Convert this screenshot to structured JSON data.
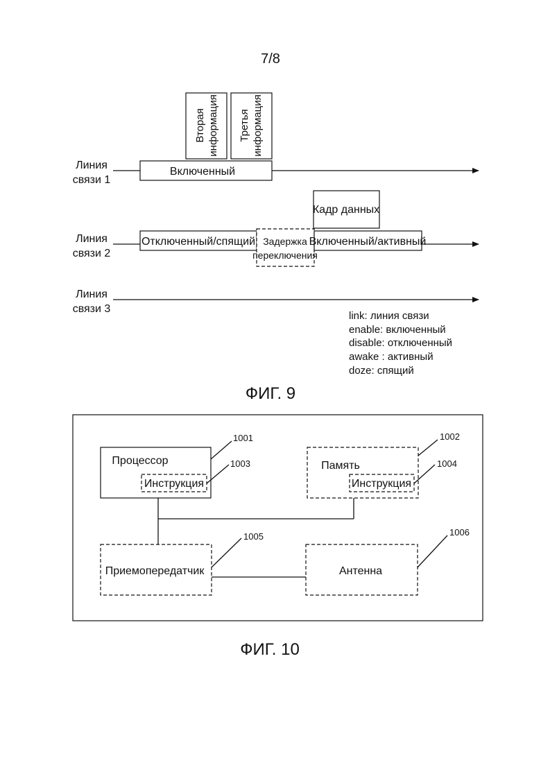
{
  "page_number": "7/8",
  "fig9": {
    "caption": "ФИГ. 9",
    "link1_label": [
      "Линия",
      "связи 1"
    ],
    "link2_label": [
      "Линия",
      "связи 2"
    ],
    "link3_label": [
      "Линия",
      "связи 3"
    ],
    "second_info": [
      "Вторая",
      "информация"
    ],
    "third_info": [
      "Третья",
      "информация"
    ],
    "enabled": "Включенный",
    "data_frame": "Кадр данных",
    "disabled_doze": "Отключенный/спящий",
    "switch_delay": [
      "Задержка",
      "переключения"
    ],
    "enabled_awake": "Включенный/активный",
    "legend": [
      "link: линия связи",
      "enable: включенный",
      "disable: отключенный",
      "awake : активный",
      "doze: спящий"
    ]
  },
  "fig10": {
    "caption": "ФИГ. 10",
    "processor": "Процессор",
    "processor_ref": "1001",
    "instruction1": "Инструкция",
    "instruction1_ref": "1003",
    "memory": "Память",
    "memory_ref": "1002",
    "instruction2": "Инструкция",
    "instruction2_ref": "1004",
    "transceiver": "Приемопередатчик",
    "transceiver_ref": "1005",
    "antenna": "Антенна",
    "antenna_ref": "1006"
  }
}
